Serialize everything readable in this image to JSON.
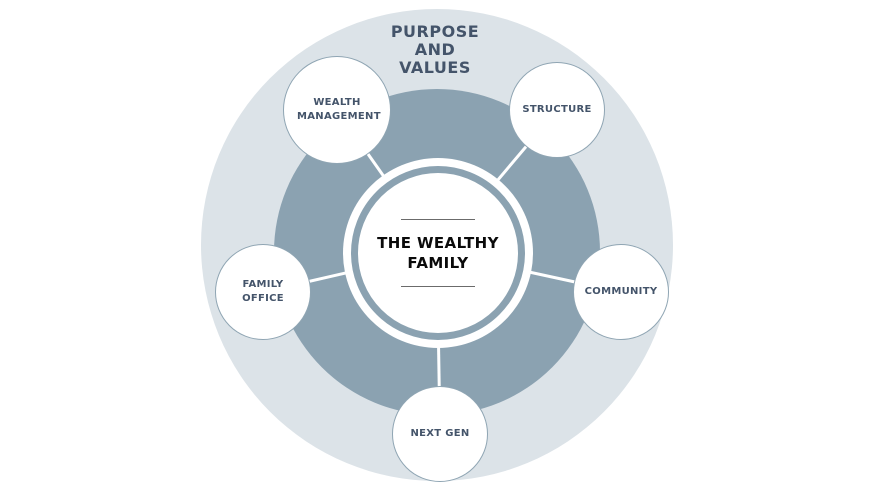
{
  "diagram": {
    "title": {
      "text": "PURPOSE AND VALUES",
      "lines": [
        "PURPOSE",
        "AND",
        "VALUES"
      ]
    },
    "center": {
      "label": "THE WEALTHY FAMILY"
    },
    "nodes": [
      {
        "id": "wealth-management",
        "label": "WEALTH MANAGEMENT"
      },
      {
        "id": "structure",
        "label": "STRUCTURE"
      },
      {
        "id": "community",
        "label": "COMMUNITY"
      },
      {
        "id": "next-gen",
        "label": "NEXT GEN"
      },
      {
        "id": "family-office",
        "label": "FAMILY OFFICE"
      }
    ],
    "colors": {
      "outer_ring": "#dce3e8",
      "inner_ring": "#8ba2b1",
      "node_border": "#8fa5b3",
      "title_text": "#44546a",
      "node_text": "#44546a",
      "center_text": "#0a0a0a",
      "spoke": "#ffffff"
    }
  }
}
